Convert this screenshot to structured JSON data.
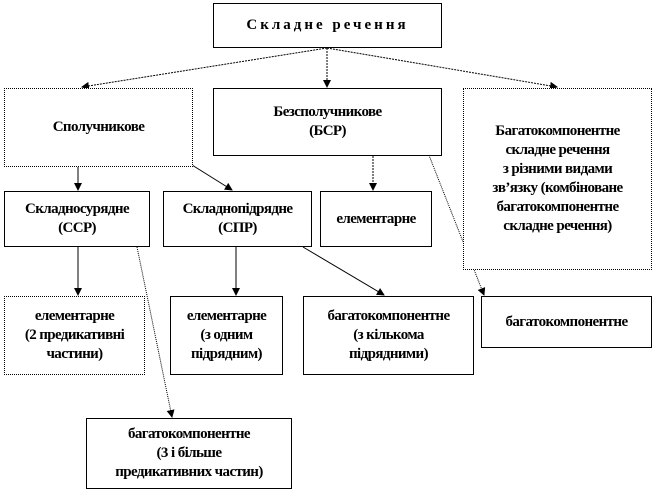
{
  "diagram": {
    "root": "Складне речення",
    "conjunctive": "Сполучникове",
    "nonconjunctive": "Безсполучникове\n(БСР)",
    "multicomponent_mixed": "Багатокомпонентне\nскладне речення\nз різними видами\nзв’язку (комбіноване\nбагатокомпонентне\nскладне речення)",
    "compound": "Складносурядне\n(ССР)",
    "complex": "Складнопідрядне\n(СПР)",
    "bsr_elementary": "елементарне",
    "ssr_elementary": "елементарне\n(2 предикативні\nчастини)",
    "spr_elementary": "елементарне\n(з одним\nпідрядним)",
    "spr_multicomponent": "багатокомпонентне\n(з кількома\nпідрядними)",
    "bsr_multicomponent": "багатокомпонентне",
    "ssr_multicomponent": "багатокомпонентне\n(3 і більше\nпредикативних частин)"
  }
}
